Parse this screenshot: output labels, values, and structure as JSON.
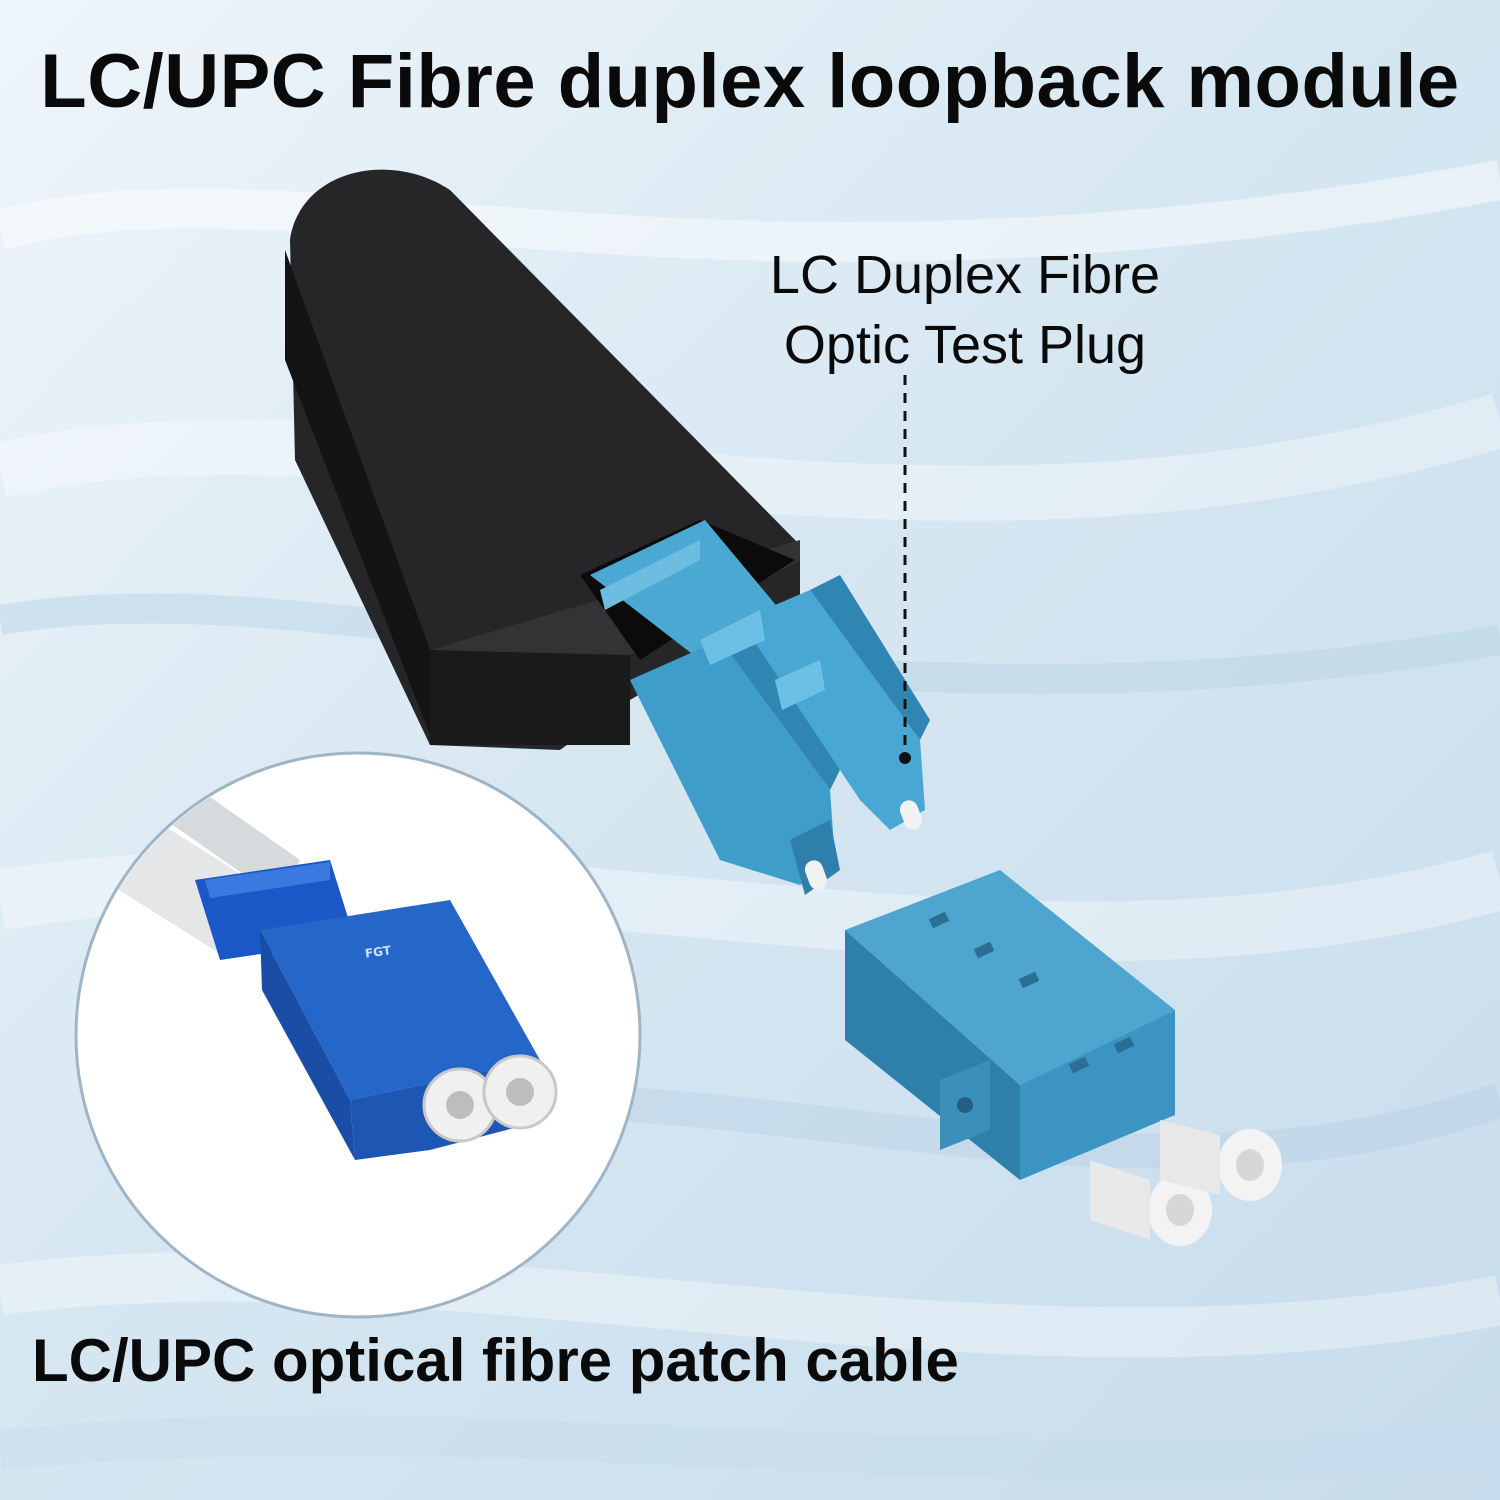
{
  "title": "LC/UPC Fibre duplex loopback module",
  "callout": {
    "line1": "LC Duplex Fibre",
    "line2": "Optic Test Plug"
  },
  "caption": "LC/UPC optical fibre patch cable",
  "inset_brand": "FGT",
  "colors": {
    "background": "#dbe9f3",
    "plug_body": "#1c1c1e",
    "connector_blue": "#3e9cc9",
    "cable_connector_blue": "#1f5fc2",
    "ferrule": "#f4f4f4"
  }
}
